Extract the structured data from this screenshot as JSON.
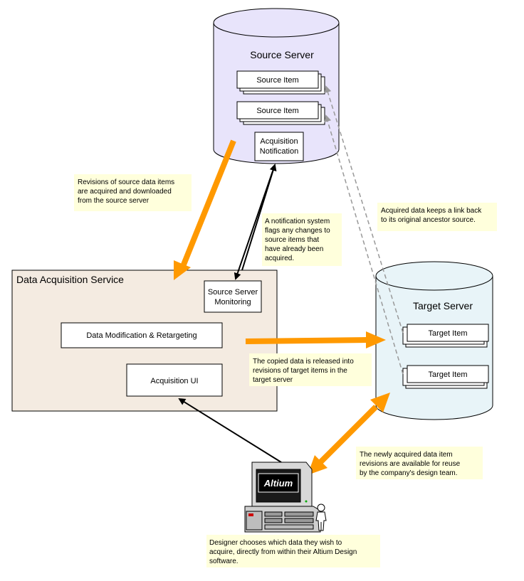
{
  "source_server": {
    "title": "Source Server",
    "items": [
      "Source Item",
      "Source Item"
    ],
    "notification": [
      "Acquisition",
      "Notification"
    ]
  },
  "target_server": {
    "title": "Target Server",
    "items": [
      "Target Item",
      "Target Item"
    ]
  },
  "service": {
    "title": "Data Acquisition Service",
    "monitoring": [
      "Source Server",
      "Monitoring"
    ],
    "modification": "Data Modification & Retargeting",
    "ui": "Acquisition UI"
  },
  "notes": {
    "revisions": [
      "Revisions of source data items",
      "are acquired and downloaded",
      "from the source server"
    ],
    "notification": [
      "A notification system",
      "flags any changes to",
      "source items that",
      "have already been",
      "acquired."
    ],
    "link": [
      "Acquired data keeps a link back",
      "to its original ancestor source."
    ],
    "copied": [
      "The copied data is released into",
      "revisions of target items in the",
      "target server"
    ],
    "reuse": [
      "The newly acquired data item",
      "revisions are available for reuse",
      "by the company's design team."
    ],
    "designer": [
      "Designer chooses which data they wish to",
      "acquire, directly from within their Altium Design",
      "software."
    ]
  },
  "computer": {
    "logo": "Altium"
  },
  "colors": {
    "source_fill": "#e8e4fb",
    "target_fill": "#e8f4f8",
    "service_fill": "#f4ebe1",
    "note_fill": "#ffffdc",
    "arrow_orange": "#ff9900",
    "link_dash": "#999999"
  }
}
